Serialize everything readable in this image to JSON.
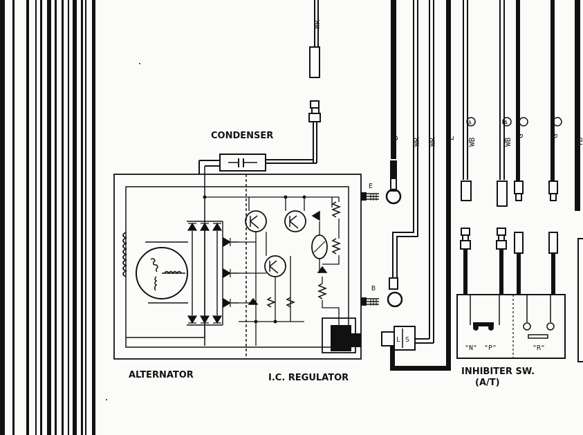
{
  "labels": {
    "condenser": "CONDENSER",
    "alternator": "ALTERNATOR",
    "regulator": "I.C. REGULATOR",
    "inhibiter": "INHIBITER SW.",
    "inhibiter_sub": "(A/T)",
    "terminal_e": "E",
    "terminal_b": "B",
    "terminal_l": "L",
    "terminal_s": "S",
    "pos_n": "\"N\"",
    "pos_p": "\"P\"",
    "pos_r": "\"R\""
  },
  "wires": {
    "top_wr": "WR",
    "b": "B",
    "wr1": "WR",
    "wr2": "WR",
    "l": "L",
    "wb1": "WB",
    "wb2": "WB",
    "g1": "G",
    "g2": "G",
    "yb": "YB",
    "marker_a": "A"
  }
}
